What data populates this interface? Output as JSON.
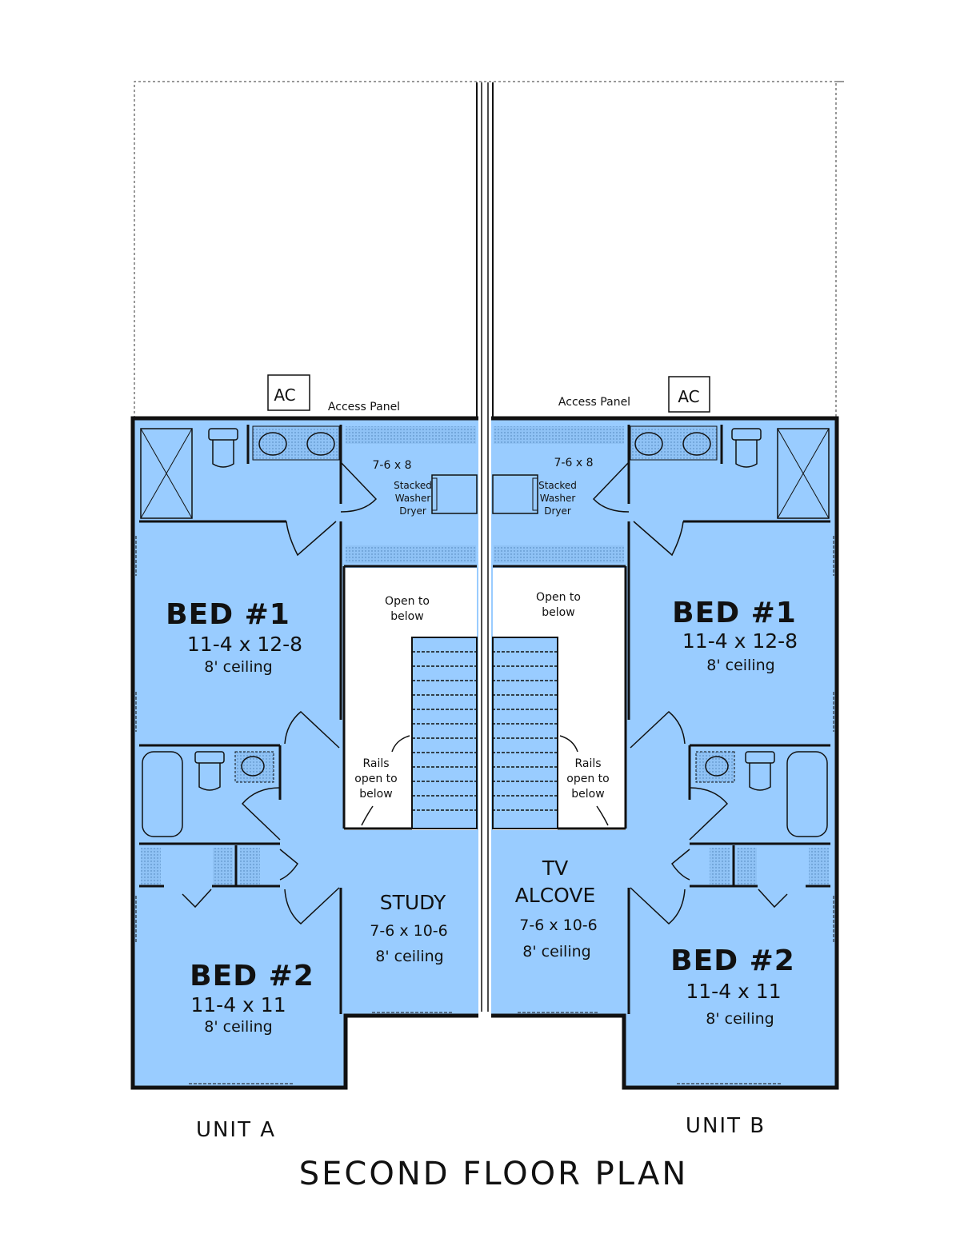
{
  "title": "SECOND FLOOR PLAN",
  "colors": {
    "room_fill": "#99ccff",
    "wall": "#111111",
    "shelf_fill": "#7fb3e6",
    "open_area": "#ffffff"
  },
  "unit_a": {
    "label": "UNIT A",
    "ac": "AC",
    "access_panel": "Access Panel",
    "laundry": {
      "dim": "7-6 x 8",
      "line1": "Stacked",
      "line2": "Washer",
      "line3": "Dryer"
    },
    "open_to_below": {
      "line1": "Open to",
      "line2": "below"
    },
    "rails": {
      "line1": "Rails",
      "line2": "open to",
      "line3": "below"
    },
    "bed1": {
      "name": "BED #1",
      "dim": "11-4 x 12-8",
      "ceiling": "8' ceiling"
    },
    "bed2": {
      "name": "BED #2",
      "dim": "11-4 x 11",
      "ceiling": "8' ceiling"
    },
    "study": {
      "name": "STUDY",
      "dim": "7-6 x 10-6",
      "ceiling": "8' ceiling"
    }
  },
  "unit_b": {
    "label": "UNIT B",
    "ac": "AC",
    "access_panel": "Access Panel",
    "laundry": {
      "dim": "7-6 x 8",
      "line1": "Stacked",
      "line2": "Washer",
      "line3": "Dryer"
    },
    "open_to_below": {
      "line1": "Open to",
      "line2": "below"
    },
    "rails": {
      "line1": "Rails",
      "line2": "open to",
      "line3": "below"
    },
    "bed1": {
      "name": "BED #1",
      "dim": "11-4 x 12-8",
      "ceiling": "8' ceiling"
    },
    "bed2": {
      "name": "BED #2",
      "dim": "11-4 x 11",
      "ceiling": "8' ceiling"
    },
    "tv_alcove": {
      "line1": "TV",
      "line2": "ALCOVE",
      "dim": "7-6 x 10-6",
      "ceiling": "8' ceiling"
    }
  }
}
